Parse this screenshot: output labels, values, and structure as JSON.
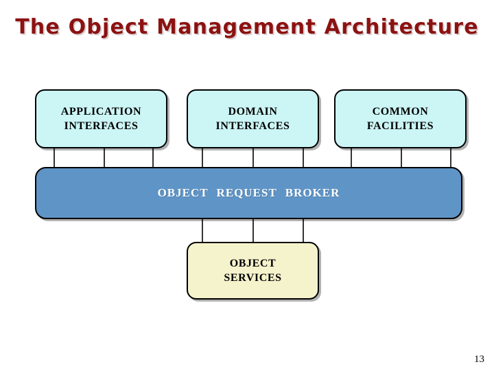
{
  "slide": {
    "title": "The Object Management Architecture",
    "page_number": "13",
    "background_color": "#FFFFFF"
  },
  "diagram": {
    "type": "layered-architecture",
    "nodes": [
      {
        "id": "application-interfaces",
        "line1": "APPLICATION",
        "line2": "INTERFACES",
        "fill_color": "#CCF5F5",
        "border_color": "#000000",
        "layer": "top",
        "arrow_count": 3
      },
      {
        "id": "domain-interfaces",
        "line1": "DOMAIN",
        "line2": "INTERFACES",
        "fill_color": "#CCF5F5",
        "border_color": "#000000",
        "layer": "top",
        "arrow_count": 3
      },
      {
        "id": "common-facilities",
        "line1": "COMMON",
        "line2": "FACILITIES",
        "fill_color": "#CCF5F5",
        "border_color": "#000000",
        "layer": "top",
        "arrow_count": 3
      },
      {
        "id": "object-services",
        "line1": "OBJECT",
        "line2": "SERVICES",
        "fill_color": "#F5F3CC",
        "border_color": "#000000",
        "layer": "bottom",
        "arrow_count": 3
      }
    ],
    "bus": {
      "id": "object-request-broker",
      "label": "OBJECT  REQUEST  BROKER",
      "fill_color": "#5F94C6",
      "text_color": "#FFFFFF",
      "border_color": "#000000"
    },
    "connectors": {
      "style": "double-headed-arrow",
      "color": "#000000",
      "description": "Each box is linked to the Object Request Broker by three bidirectional arrows."
    },
    "title_color": "#8C1212"
  }
}
